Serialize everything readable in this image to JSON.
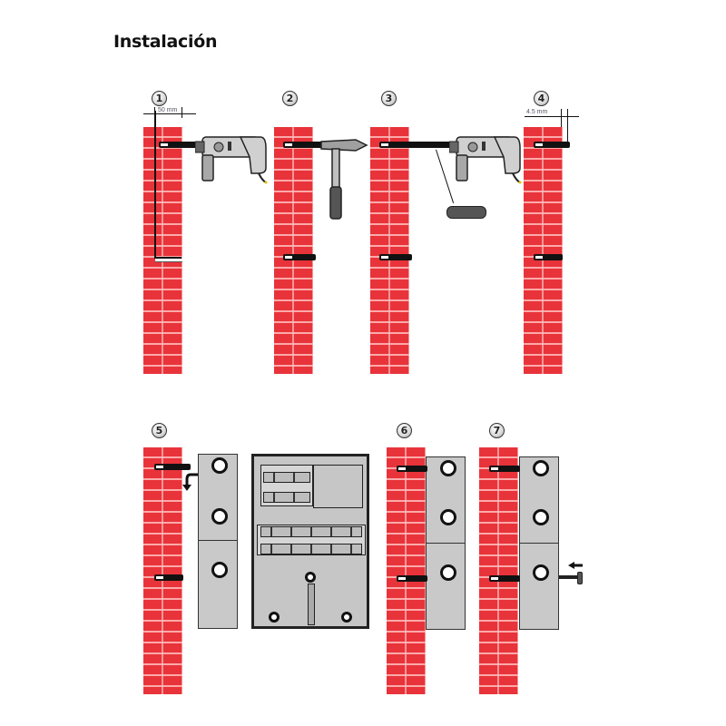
{
  "page": {
    "title": "Instalación"
  },
  "steps": [
    {
      "number": "1",
      "dimension_label": "50 mm",
      "tool": "drill",
      "description": "drill-hole-in-wall"
    },
    {
      "number": "2",
      "tool": "hammer",
      "description": "hammer-anchors-into-wall"
    },
    {
      "number": "3",
      "tool": "drill-with-screw-bit",
      "description": "screw-anchors"
    },
    {
      "number": "4",
      "dimension_label": "4.5 mm",
      "description": "screw-protrusion"
    },
    {
      "number": "5",
      "description": "hang-cabinet-back-panel"
    },
    {
      "number": "6",
      "description": "cabinet-mounted-on-anchors"
    },
    {
      "number": "7",
      "description": "insert-lower-screw"
    }
  ],
  "colors": {
    "brick": "#e8333a",
    "mortar": "#ffbebe",
    "panel": "#c9c9c9",
    "outline": "#222222"
  }
}
